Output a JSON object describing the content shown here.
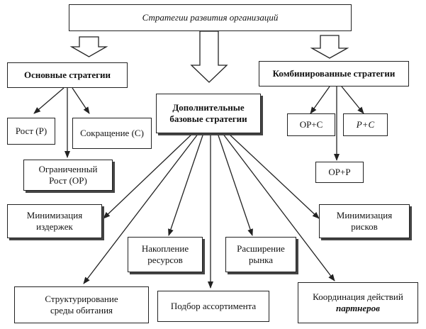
{
  "diagram": {
    "title": "Стратегии развития организаций",
    "groups": {
      "basic": "Основные стратегии",
      "additional": [
        "Дополнительные",
        "базовые стратегии"
      ],
      "combined": "Комбинированные стратегии"
    },
    "basic_items": {
      "growth": "Рост (Р)",
      "reduction": "Сокращение (С)",
      "limited": [
        "Ограниченный",
        "Рост (ОР)"
      ]
    },
    "combined_items": {
      "op_c": "ОР+С",
      "p_c": "Р+С",
      "op_p": "ОР+Р"
    },
    "additional_items": {
      "cost_min": [
        "Минимизация",
        "издержек"
      ],
      "risk_min": [
        "Минимизация",
        "рисков"
      ],
      "resources": [
        "Накопление",
        "ресурсов"
      ],
      "market": [
        "Расширение",
        "рынка"
      ],
      "structuring": [
        "Структурирование",
        "среды обитания"
      ],
      "assortment": "Подбор ассортимента",
      "coordination": [
        "Координация действий",
        "партнеров"
      ]
    }
  }
}
